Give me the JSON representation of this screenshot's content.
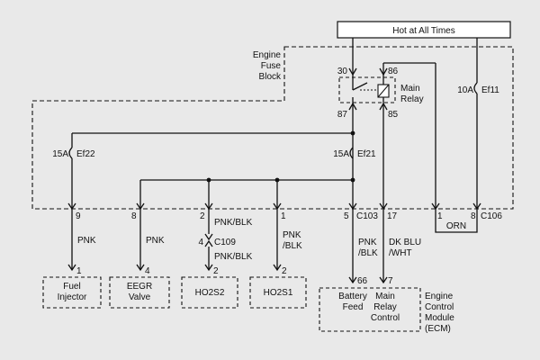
{
  "power": {
    "hot_label": "Hot at All Times"
  },
  "fuse_block": {
    "line1": "Engine",
    "line2": "Fuse",
    "line3": "Block"
  },
  "relay": {
    "line1": "Main",
    "line2": "Relay",
    "pin_30": "30",
    "pin_86": "86",
    "pin_87": "87",
    "pin_85": "85"
  },
  "fuses": {
    "ef11": {
      "rating": "10A",
      "name": "Ef11"
    },
    "ef21": {
      "rating": "15A",
      "name": "Ef21"
    },
    "ef22": {
      "rating": "15A",
      "name": "Ef22"
    }
  },
  "connector_c106": {
    "name": "C106",
    "pin_1": "1",
    "pin_8": "8",
    "wire_color": "ORN"
  },
  "connector_c103": {
    "name": "C103",
    "pins": {
      "fuel_injector": "9",
      "eegr": "8",
      "ho2s2": "2",
      "ho2s1": "1",
      "battery_feed": "5",
      "main_relay": "17"
    }
  },
  "connector_c109": {
    "name": "C109",
    "pin": "4"
  },
  "wires": {
    "fuel_injector": "PNK",
    "eegr": "PNK",
    "ho2s2_upper": "PNK/BLK",
    "ho2s2_lower": "PNK/BLK",
    "ho2s1_line1": "PNK",
    "ho2s1_line2": "/BLK",
    "battery_feed_line1": "PNK",
    "battery_feed_line2": "/BLK",
    "main_relay_line1": "DK BLU",
    "main_relay_line2": "/WHT"
  },
  "components": {
    "fuel_injector": {
      "pin": "1",
      "line1": "Fuel",
      "line2": "Injector"
    },
    "eegr": {
      "pin": "4",
      "line1": "EEGR",
      "line2": "Valve"
    },
    "ho2s2": {
      "pin": "2",
      "line1": "HO2S2"
    },
    "ho2s1": {
      "pin": "2",
      "line1": "HO2S1"
    }
  },
  "ecm": {
    "pin_battery": "66",
    "pin_relay": "7",
    "battery_line1": "Battery",
    "battery_line2": "Feed",
    "relay_line1": "Main",
    "relay_line2": "Relay",
    "relay_line3": "Control",
    "label_line1": "Engine",
    "label_line2": "Control",
    "label_line3": "Module",
    "label_line4": "(ECM)"
  }
}
